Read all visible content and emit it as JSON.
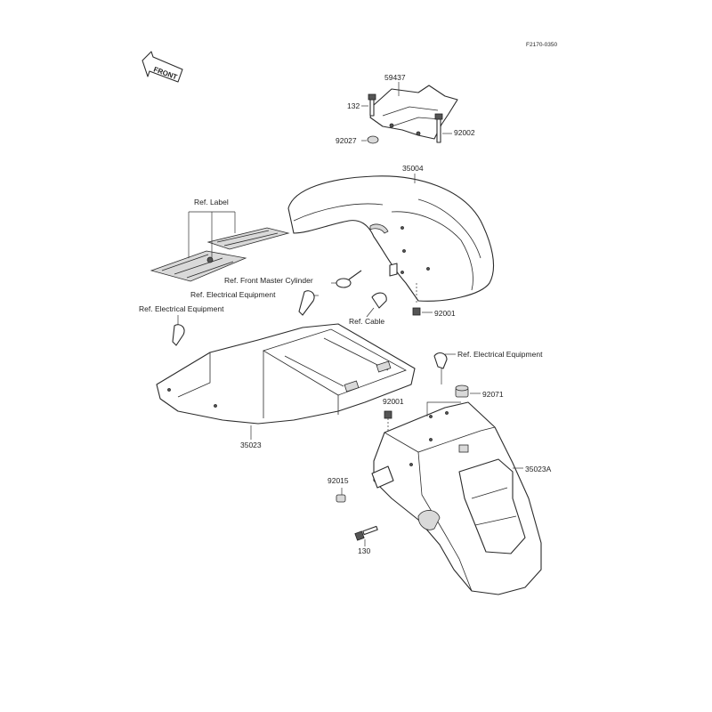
{
  "figure_code": "F2170-0350",
  "front_arrow": "FRONT",
  "labels": {
    "p59437": "59437",
    "p132": "132",
    "p92027": "92027",
    "p92002": "92002",
    "p35004": "35004",
    "ref_label": "Ref. Label",
    "ref_front_master_cylinder": "Ref. Front Master Cylinder",
    "ref_electrical_equipment_1": "Ref. Electrical Equipment",
    "ref_electrical_equipment_2": "Ref. Electrical Equipment",
    "ref_electrical_equipment_3": "Ref. Electrical Equipment",
    "ref_cable": "Ref. Cable",
    "p92001_a": "92001",
    "p35023": "35023",
    "p92071": "92071",
    "p92001_b": "92001",
    "p35023A": "35023A",
    "p92015": "92015",
    "p130": "130"
  }
}
